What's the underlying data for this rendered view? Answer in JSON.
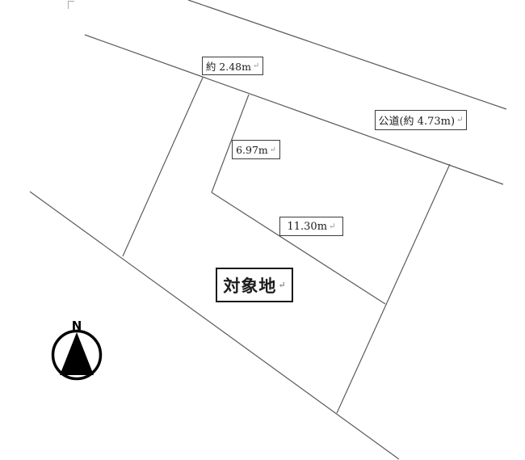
{
  "diagram": {
    "labels": {
      "strip_width": "約 2.48m",
      "road": "公道(約 4.73m)",
      "boundary_697": "6.97m",
      "boundary_1130": "11.30m",
      "subject_site": "対象地"
    },
    "return_mark": "↵",
    "compass": {
      "north": "N"
    },
    "colors": {
      "boundary_line": "#5b5b5b",
      "label_text": "#1c1c1c",
      "label_border": "#3c3c3c",
      "return_mark": "#8f8f8f",
      "compass": "#000000",
      "background": "#ffffff"
    }
  }
}
